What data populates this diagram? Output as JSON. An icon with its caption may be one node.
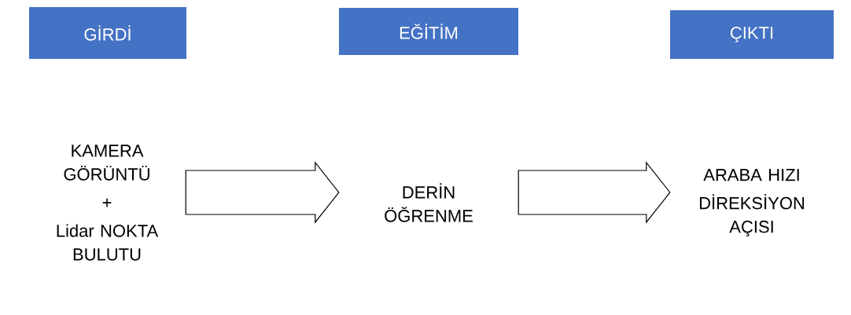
{
  "diagram": {
    "nodes": [
      {
        "text": [
          "GİRDİ"
        ]
      },
      {
        "text": [
          "EĞİTİM"
        ]
      },
      {
        "text": [
          "ÇIKTI"
        ]
      },
      {
        "text": [
          "KAMERA GÖRÜNTÜ",
          "+",
          "Lidar NOKTA BULUTU"
        ]
      },
      {
        "text": [
          "DERİN ÖĞRENME"
        ]
      },
      {
        "text": [
          "ARABA HIZI",
          "DİREKSİYON AÇISI"
        ]
      }
    ],
    "edges": [
      {
        "from": 3,
        "to": 4,
        "arrow": "to"
      },
      {
        "from": 4,
        "to": 5,
        "arrow": "to"
      }
    ]
  }
}
